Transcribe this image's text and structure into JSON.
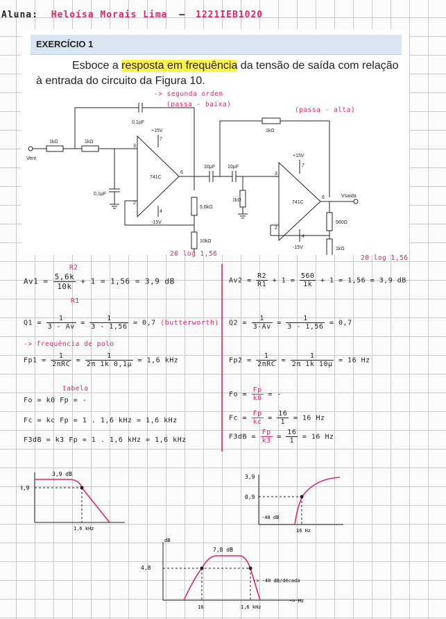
{
  "header": {
    "label": "Aluna:",
    "name": "Heloísa Morais Lima",
    "id": "1221IEB1020"
  },
  "exercise": {
    "title": "EXERCÍCIO 1",
    "pre": "Esboce a ",
    "highlight": "resposta em frequência",
    "post": " da tensão de saída com relação à entrada do circuito da Figura 10."
  },
  "circuit_labels": {
    "c1": "0,1µF",
    "r1": "1kΩ",
    "r2": "1kΩ",
    "c2": "0,1µF",
    "opamp1": "741C",
    "vpos1": "+15V",
    "vneg1": "-15V",
    "r3": "5,6kΩ",
    "r4": "10kΩ",
    "c3": "10µF",
    "c4": "10µF",
    "r5": "1kΩ",
    "r6": "1kΩ",
    "opamp2": "741C",
    "vpos2": "+15V",
    "vneg2": "-15V",
    "r7": "560Ω",
    "r8": "1kΩ",
    "vin": "Vent",
    "vout": "Vsaída",
    "p3": "3",
    "p2": "2",
    "p6": "6",
    "p7": "7",
    "p4": "4",
    "q3": "3",
    "q2": "2",
    "q6": "6",
    "q7": "7",
    "q4": "4"
  },
  "annotations": {
    "second_order": "-> segunda ordem",
    "low_pass": "(passa - baixa)",
    "high_pass": "(passa - alta)",
    "log_left": "20 log 1,56",
    "log_right": "20 log 1,56"
  },
  "left_calc": {
    "r2_tag": "R2",
    "r1_tag": "R1",
    "av_lhs": "Av1 =",
    "av_num": "5,6k",
    "av_den": "10k",
    "av_rest": "+ 1 = 1,56 = 3,9 dB",
    "q_lhs": "Q1 =",
    "q_f1n": "1",
    "q_f1d": "3 - Av",
    "q_f2n": "1",
    "q_f2d": "3 - 1,56",
    "q_rest": "= 0,7",
    "butter": "(butterworth)",
    "fp_note": "-> frequência de polo",
    "fp_lhs": "Fp1 =",
    "fp_f1n": "1",
    "fp_f1d": "2πRC",
    "fp_f2n": "1",
    "fp_f2d": "2π 1k 0,1µ",
    "fp_rest": "= 1,6 kHz",
    "tabela": "tabela",
    "fo": "Fo = k0 Fp = -",
    "fc": "Fc = kc Fp = 1 . 1,6 kHz = 1,6 kHz",
    "f3db": "F3dB = k3 Fp = 1 . 1,6 kHz = 1,6 kHz"
  },
  "right_calc": {
    "av_lhs": "Av2 =",
    "av_num": "R2",
    "av_den": "R1",
    "av_mid": "+ 1 =",
    "av_num2": "560",
    "av_den2": "1k",
    "av_rest": "+ 1 = 1,56 = 3,9 dB",
    "q_lhs": "Q2 =",
    "q_f1n": "1",
    "q_f1d": "3-Av",
    "q_f2n": "1",
    "q_f2d": "3 - 1,56",
    "q_rest": "= 0,7",
    "fp_lhs": "Fp2 =",
    "fp_f1n": "1",
    "fp_f1d": "2πRC",
    "fp_f2n": "1",
    "fp_f2d": "2π 1k 10µ",
    "fp_rest": "= 16 Hz",
    "fo_lhs": "Fo =",
    "fo_n": "Fp",
    "fo_d": "k0",
    "fo_rest": "= -",
    "fc_lhs": "Fc =",
    "fc_n": "Fp",
    "fc_d": "kc",
    "fc_eq": "=",
    "fc_n2": "16",
    "fc_d2": "1",
    "fc_rest": "= 16 Hz",
    "f3_lhs": "F3dB =",
    "f3_n": "Fp",
    "f3_d": "k3",
    "f3_eq": "=",
    "f3_n2": "16",
    "f3_d2": "1",
    "f3_rest": "= 16 Hz"
  },
  "graphs": {
    "g1": {
      "peak": "3,9 dB",
      "level": "0,9",
      "freq": "1,6 kHz"
    },
    "g2": {
      "peak": "3,9",
      "level": "0,9",
      "slope": "-40 dB",
      "freq": "16 Hz"
    },
    "g3": {
      "axis": "dB",
      "peak": "7,8 dB",
      "level": "4,8",
      "slope": "-> -40 dB/década",
      "xaxis": "-> Hz",
      "f1": "16",
      "f2": "1,6 kHz"
    }
  },
  "colors": {
    "ink": "#222222",
    "accent": "#e0246e",
    "highlight": "#fff24a",
    "exercise_bar": "#dbe5f1"
  }
}
